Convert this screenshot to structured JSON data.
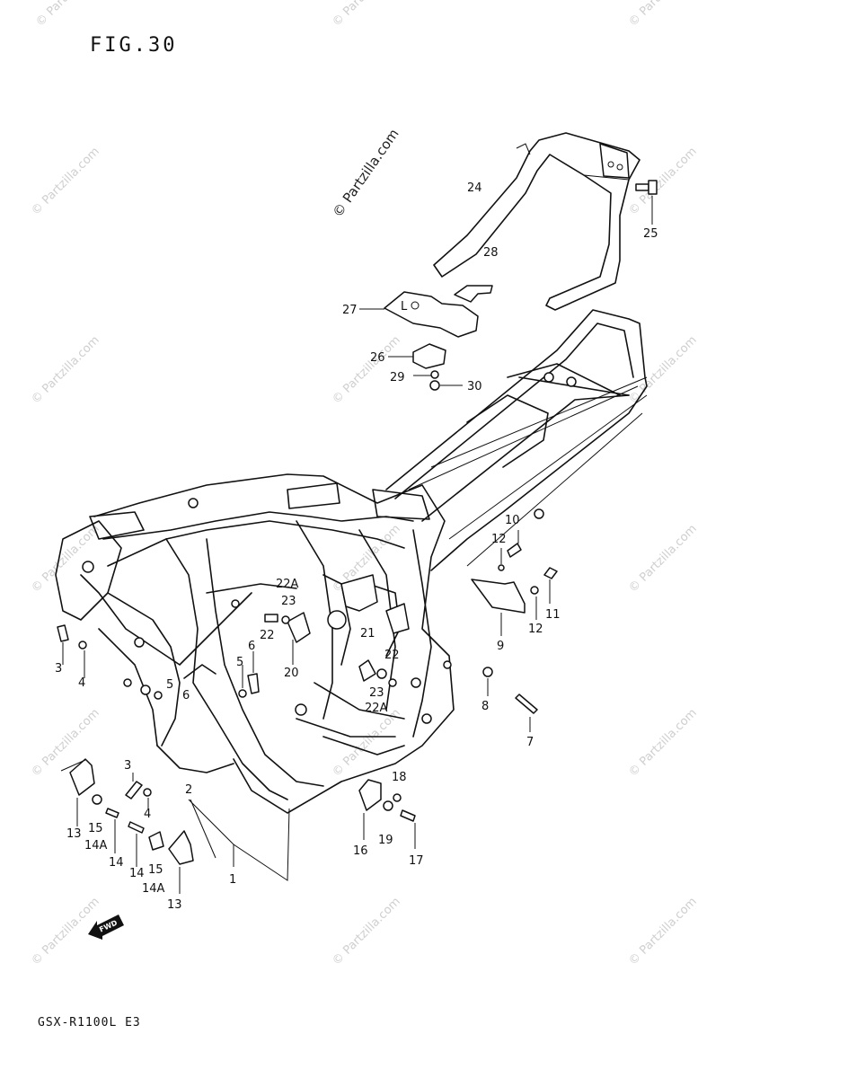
{
  "figure_label": "FIG.30",
  "model_label": "GSX-R1100L E3",
  "fwd_label": "FWD",
  "watermark_text": "© Partzilla.com",
  "callouts": [
    {
      "key": "c24",
      "text": "24"
    },
    {
      "key": "c25",
      "text": "25"
    },
    {
      "key": "c28",
      "text": "28"
    },
    {
      "key": "c27",
      "text": "27"
    },
    {
      "key": "c26",
      "text": "26"
    },
    {
      "key": "c29",
      "text": "29"
    },
    {
      "key": "c30",
      "text": "30"
    },
    {
      "key": "c10",
      "text": "10"
    },
    {
      "key": "c12a",
      "text": "12"
    },
    {
      "key": "c11",
      "text": "11"
    },
    {
      "key": "c12b",
      "text": "12"
    },
    {
      "key": "c9",
      "text": "9"
    },
    {
      "key": "c22Aa",
      "text": "22A"
    },
    {
      "key": "c23a",
      "text": "23"
    },
    {
      "key": "c22a",
      "text": "22"
    },
    {
      "key": "c6a",
      "text": "6"
    },
    {
      "key": "c21",
      "text": "21"
    },
    {
      "key": "c20",
      "text": "20"
    },
    {
      "key": "c22b",
      "text": "22"
    },
    {
      "key": "c23b",
      "text": "23"
    },
    {
      "key": "c22Ab",
      "text": "22A"
    },
    {
      "key": "c8",
      "text": "8"
    },
    {
      "key": "c7",
      "text": "7"
    },
    {
      "key": "c3a",
      "text": "3"
    },
    {
      "key": "c4a",
      "text": "4"
    },
    {
      "key": "c5a",
      "text": "5"
    },
    {
      "key": "c5b",
      "text": "5"
    },
    {
      "key": "c6b",
      "text": "6"
    },
    {
      "key": "c3b",
      "text": "3"
    },
    {
      "key": "c4b",
      "text": "4"
    },
    {
      "key": "c2",
      "text": "2"
    },
    {
      "key": "c18",
      "text": "18"
    },
    {
      "key": "c16",
      "text": "16"
    },
    {
      "key": "c19",
      "text": "19"
    },
    {
      "key": "c17",
      "text": "17"
    },
    {
      "key": "c13a",
      "text": "13"
    },
    {
      "key": "c15a",
      "text": "15"
    },
    {
      "key": "c14Aa",
      "text": "14A"
    },
    {
      "key": "c14a",
      "text": "14"
    },
    {
      "key": "c14b",
      "text": "14"
    },
    {
      "key": "c15b",
      "text": "15"
    },
    {
      "key": "c14Ab",
      "text": "14A"
    },
    {
      "key": "c13b",
      "text": "13"
    },
    {
      "key": "c1",
      "text": "1"
    }
  ]
}
